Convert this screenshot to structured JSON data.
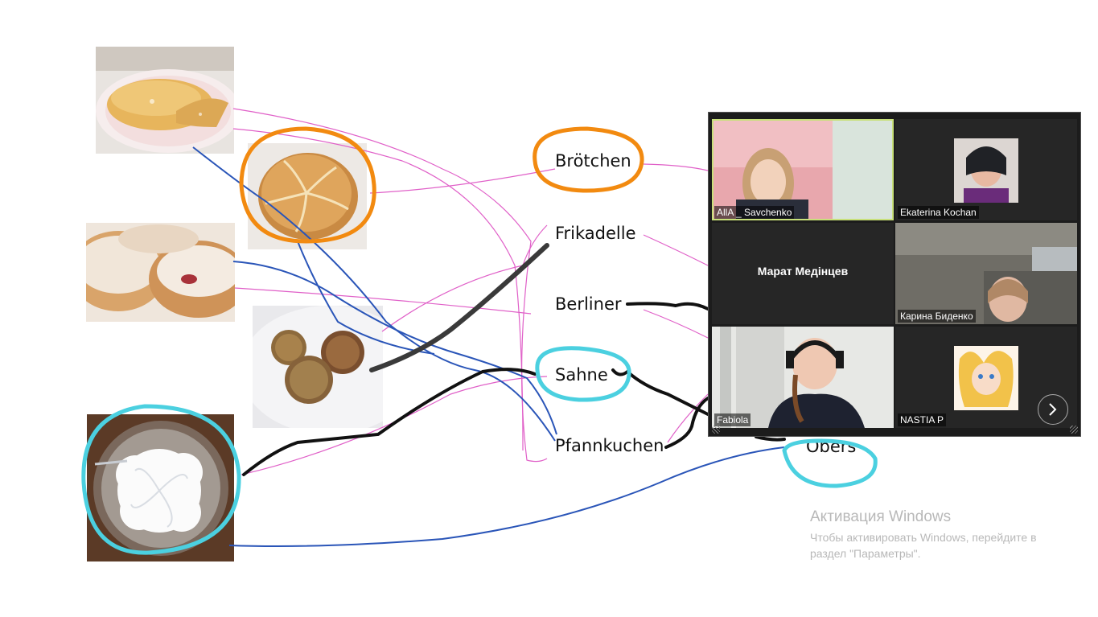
{
  "words": {
    "broetchen": "Brötchen",
    "frikadelle": "Frikadelle",
    "berliner": "Berliner",
    "sahne": "Sahne",
    "pfannkuchen": "Pfannkuchen",
    "obers": "Obers"
  },
  "images": {
    "crepes": "crepes-photo",
    "bread_roll": "bread-roll-photo",
    "donuts": "donuts-photo",
    "meatballs": "meatballs-photo",
    "whipped_cream": "whipped-cream-photo"
  },
  "gallery": {
    "participants": [
      {
        "name": "AllA _ Savchenko",
        "video": true,
        "active": true
      },
      {
        "name": "Ekaterina Kochan",
        "video": true
      },
      {
        "name": "Марат Медінцев",
        "video": false
      },
      {
        "name": "Карина Биденко",
        "video": true
      },
      {
        "name": "Fabiola",
        "video": true
      },
      {
        "name": "NASTIA P",
        "video": true
      }
    ],
    "next_icon": "chevron-right-icon"
  },
  "watermark": {
    "title": "Активация Windows",
    "line1": "Чтобы активировать Windows, перейдите в",
    "line2": "раздел \"Параметры\"."
  },
  "colors": {
    "pink": "#e060c8",
    "blue": "#2a55b8",
    "black": "#111111",
    "grey": "#3a3a3a",
    "orange": "#f28a10",
    "cyan": "#4bd0e0"
  }
}
